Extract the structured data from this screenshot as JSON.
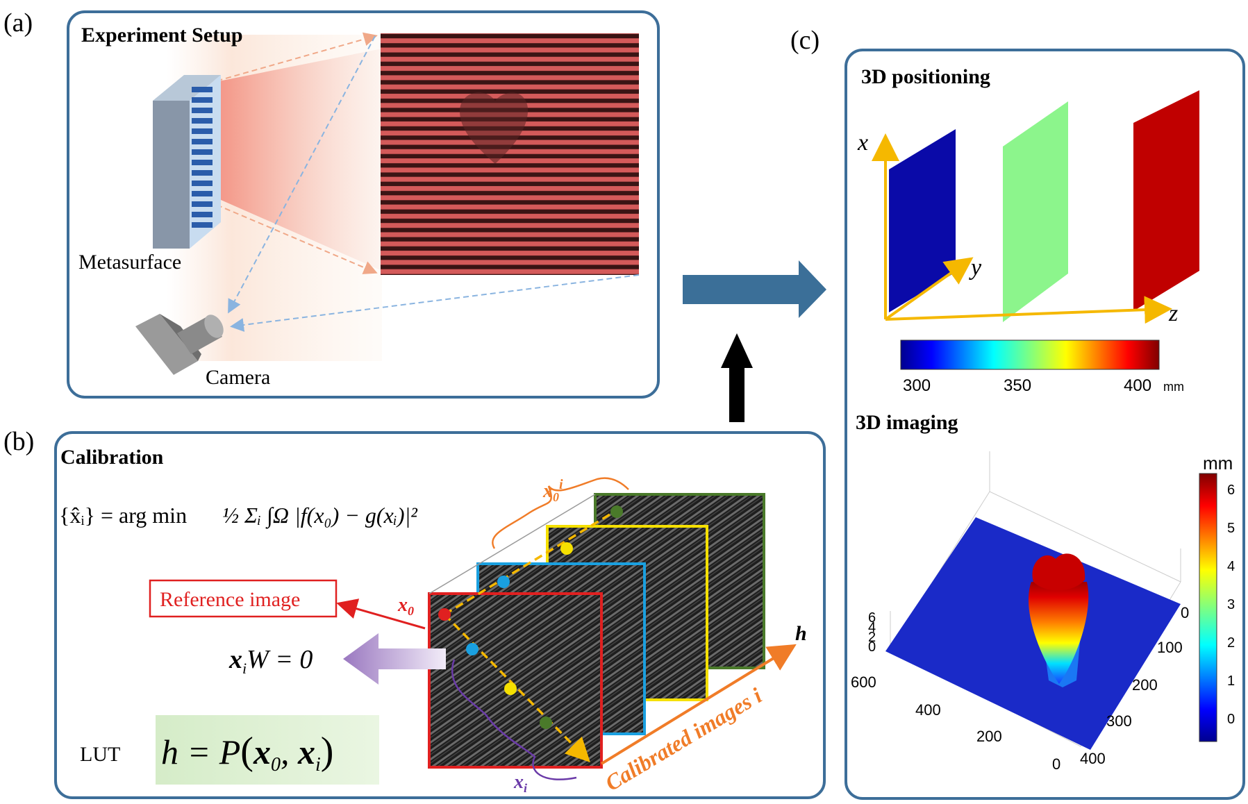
{
  "panels": {
    "a": {
      "letter": "(a)",
      "title": "Experiment Setup",
      "metasurface_label": "Metasurface",
      "camera_label": "Camera"
    },
    "b": {
      "letter": "(b)",
      "title": "Calibration",
      "equation_lhs": "{x̂ᵢ} = arg min",
      "equation_rhs": "½ Σᵢ ∫Ω |f(x₀) − g(xᵢ)|²",
      "reference_label": "Reference image",
      "x0_label": "x",
      "x0_sub": "0",
      "x0i_label": "x",
      "x0i_sub": "0",
      "x0i_sup": "i",
      "xi_label": "x",
      "xi_sub": "i",
      "constraint_x": "x",
      "constraint_sub": "i",
      "constraint_rest": "W = 0",
      "lut_label": "LUT",
      "lut_equation_h": "h = P",
      "lut_x0": "x",
      "lut_x0_sub": "0",
      "lut_xi": "x",
      "lut_xi_sub": "i",
      "h_axis_label": "h",
      "calibrated_label": "Calibrated images i"
    },
    "c": {
      "letter": "(c)",
      "positioning_title": "3D positioning",
      "imaging_title": "3D imaging",
      "axis_x": "x",
      "axis_y": "y",
      "axis_z": "z",
      "colorbar_ticks": [
        "300",
        "350",
        "400"
      ],
      "colorbar_unit": "mm",
      "surface_unit": "mm",
      "surface_colorbar_ticks": [
        "6",
        "5",
        "4",
        "3",
        "2",
        "1",
        "0"
      ],
      "z_ticks": [
        "6",
        "4",
        "2",
        "0"
      ],
      "left_axis_ticks": [
        "600",
        "400",
        "200",
        "0"
      ],
      "right_axis_ticks": [
        "0",
        "100",
        "200",
        "300",
        "400"
      ]
    }
  },
  "colors": {
    "panel_border": "#3d6e99",
    "flow_arrow": "#3b6f98",
    "plane_blue": "#0a0aa8",
    "plane_green": "#8cf58c",
    "plane_red": "#c00000",
    "axis_orange": "#f5b800",
    "reference_red": "#e02020",
    "calib_orange": "#f07c28"
  }
}
